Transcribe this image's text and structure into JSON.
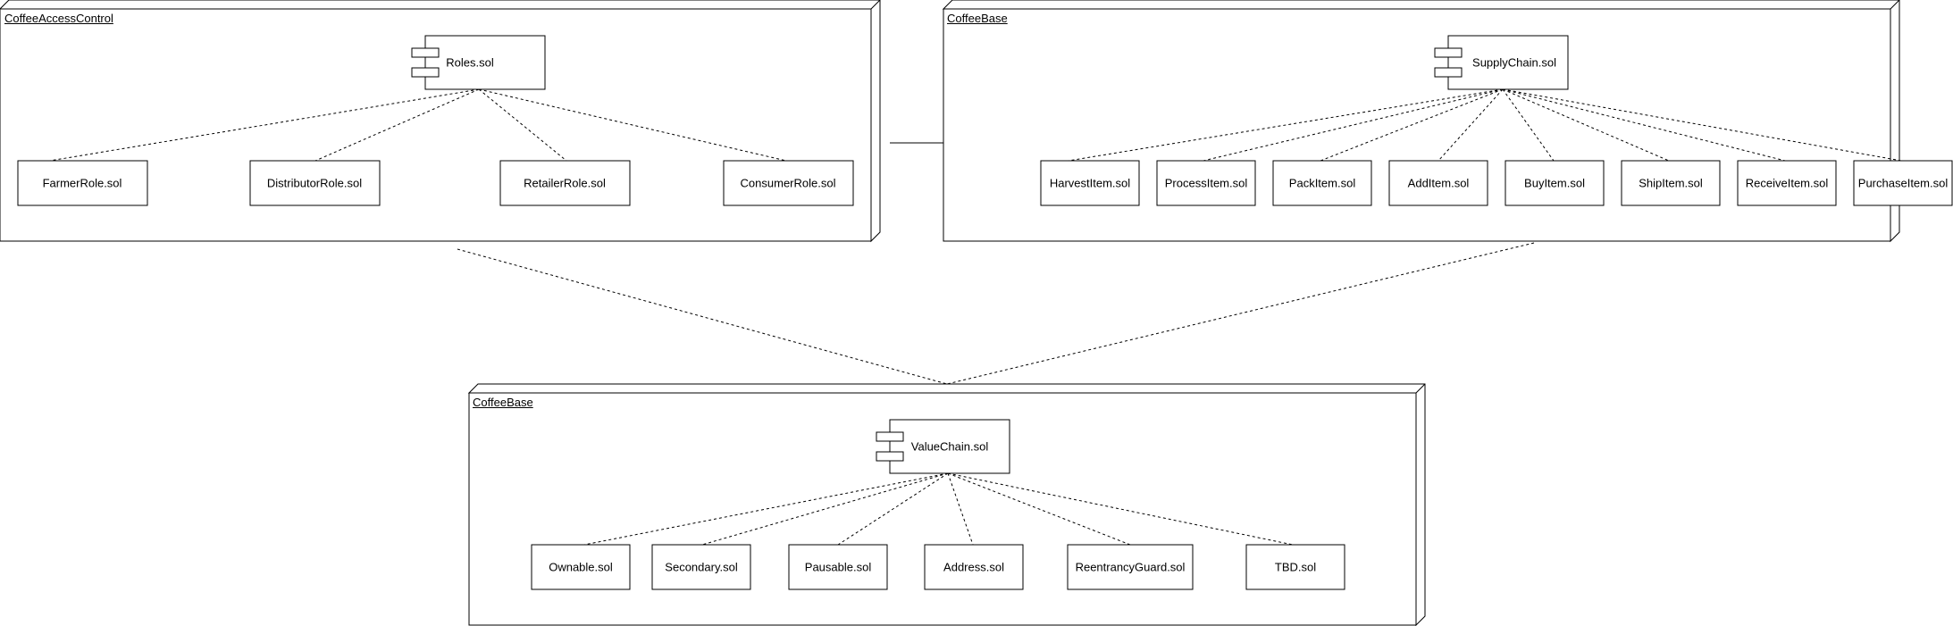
{
  "nodes": [
    {
      "title": "CoffeeAccessControl",
      "component": "Roles.sol",
      "children": [
        "FarmerRole.sol",
        "DistributorRole.sol",
        "RetailerRole.sol",
        "ConsumerRole.sol"
      ]
    },
    {
      "title": "CoffeeBase",
      "component": "SupplyChain.sol",
      "children": [
        "HarvestItem.sol",
        "ProcessItem.sol",
        "PackItem.sol",
        "AddItem.sol",
        "BuyItem.sol",
        "ShipItem.sol",
        "ReceiveItem.sol",
        "PurchaseItem.sol"
      ]
    },
    {
      "title": "CoffeeBase",
      "component": "ValueChain.sol",
      "children": [
        "Ownable.sol",
        "Secondary.sol",
        "Pausable.sol",
        "Address.sol",
        "ReentrancyGuard.sol",
        "TBD.sol"
      ]
    }
  ]
}
